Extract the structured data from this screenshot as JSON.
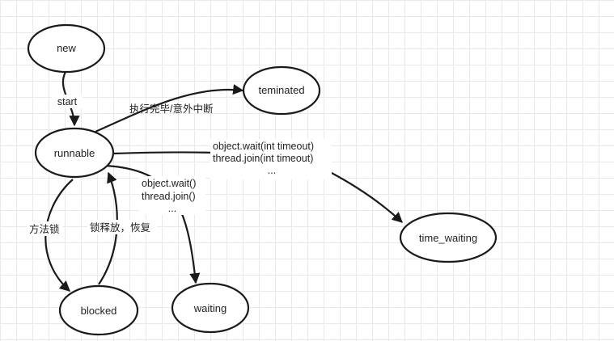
{
  "diagram": {
    "nodes": {
      "new": "new",
      "runnable": "runnable",
      "teminated": "teminated",
      "time_waiting": "time_waiting",
      "blocked": "blocked",
      "waiting": "waiting"
    },
    "edges": {
      "start": "start",
      "finished": "执行完毕/意外中断",
      "timed_wait_1": "object.wait(int timeout)",
      "timed_wait_2": "thread.join(int timeout)",
      "timed_wait_3": "...",
      "wait_1": "object.wait()",
      "wait_2": "thread.join()",
      "wait_3": "...",
      "lock_method": "方法锁",
      "lock_release": "锁释放，恢复"
    }
  }
}
